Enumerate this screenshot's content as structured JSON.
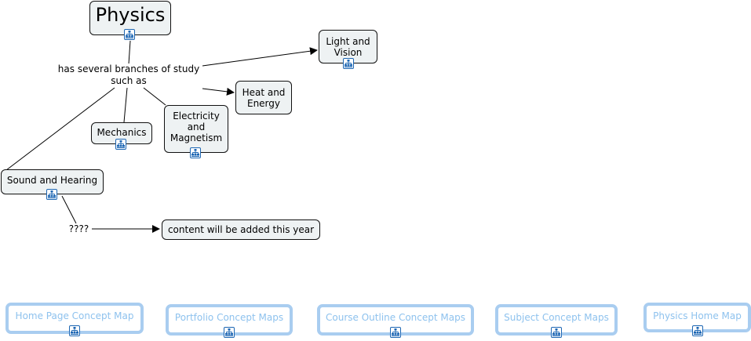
{
  "concepts": {
    "physics": "Physics",
    "light_vision": "Light and Vision",
    "heat_energy": "Heat and Energy",
    "mechanics": "Mechanics",
    "electricity_magnetism": "Electricity and Magnetism",
    "sound_hearing": "Sound and Hearing",
    "content_added": "content will be added this year"
  },
  "linking_phrases": {
    "branches": "has several branches of study such as",
    "unknown": "????"
  },
  "nav_links": {
    "home_page": "Home Page Concept Map",
    "portfolio": "Portfolio Concept Maps",
    "course_outline": "Course Outline Concept Maps",
    "subject": "Subject Concept Maps",
    "physics_home": "Physics Home Map"
  },
  "icons": {
    "resource": "concept-map-resource-icon"
  }
}
